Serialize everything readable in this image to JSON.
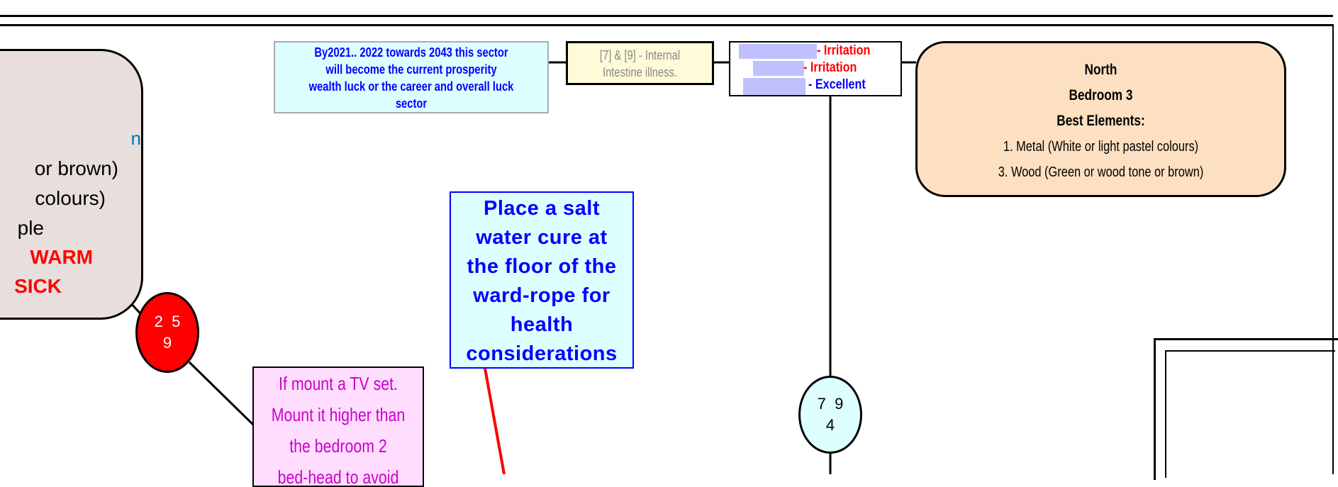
{
  "left_box": {
    "lines": [
      "n",
      "or brown)",
      "colours)",
      "ple"
    ],
    "warnings": [
      "WARM",
      "SICK"
    ]
  },
  "star_red": {
    "top": "2  5",
    "bottom": "9"
  },
  "star_cyan": {
    "top": "7  9",
    "bottom": "4"
  },
  "prosperity_note": [
    "By2021.. 2022 towards 2043 this sector",
    "will become the current prosperity",
    "wealth luck or the career and overall luck",
    "sector"
  ],
  "illness_note": [
    "[7] & [9] - Internal",
    "Intestine illness."
  ],
  "ratings": [
    {
      "label": "- Irritation",
      "color": "#ff0000"
    },
    {
      "label": "- Irritation",
      "color": "#ff0000"
    },
    {
      "label": "- Excellent",
      "color": "#0000ff"
    }
  ],
  "north_box": {
    "direction": "North",
    "room": "Bedroom 3",
    "heading": "Best Elements:",
    "elements": [
      "1. Metal (White or light pastel colours)",
      "3. Wood (Green or wood tone or brown)"
    ]
  },
  "salt_note": [
    "Place a salt",
    "water cure at",
    "the floor of the",
    "ward-rope for",
    "health",
    "considerations"
  ],
  "tv_note": [
    "If mount a TV set.",
    "Mount it higher than",
    "the bedroom 2",
    "bed-head to avoid"
  ],
  "colors": {
    "left_box": "#e8dfdd",
    "north_box": "#fde0c1",
    "cyan": "#ddffff",
    "yellow": "#fffbd9",
    "pink": "#ffddff",
    "redact": "#c0c0ff"
  }
}
